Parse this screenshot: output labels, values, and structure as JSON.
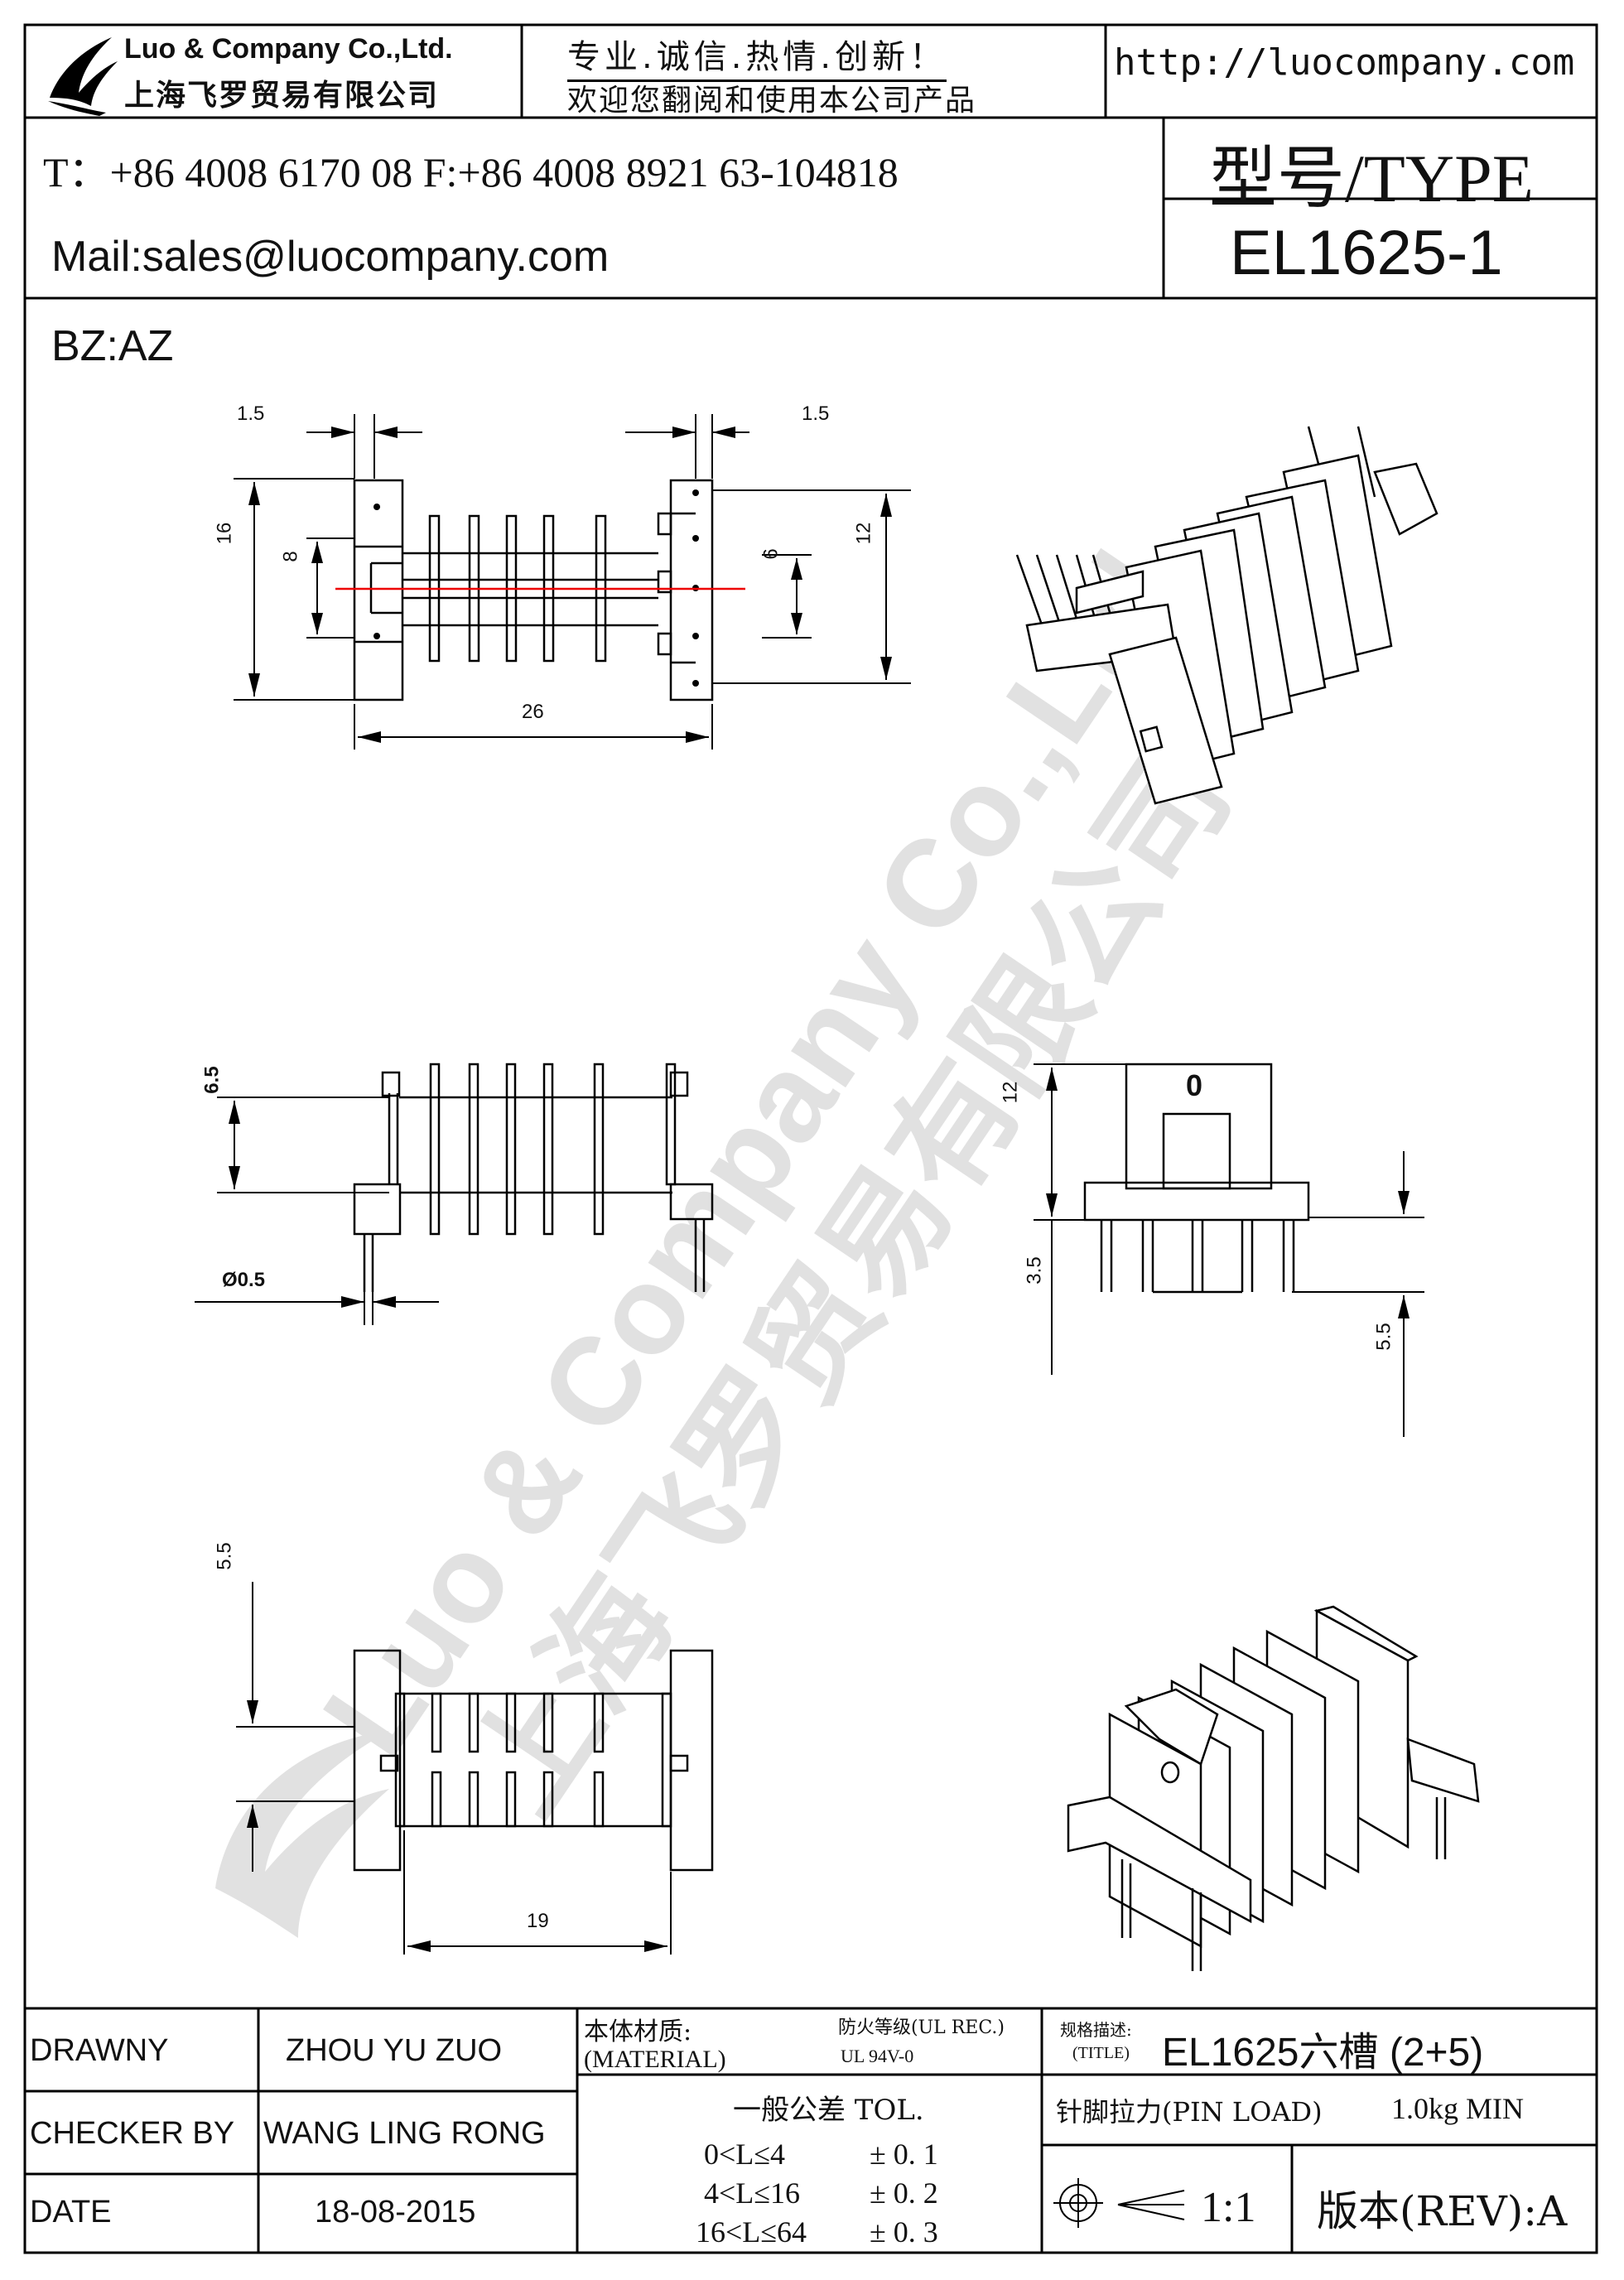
{
  "header": {
    "company_en": "Luo & Company Co.,Ltd.",
    "company_cn": "上海飞罗贸易有限公司",
    "slogan": "专业.诚信.热情.创新！",
    "welcome": "欢迎您翻阅和使用本公司产品",
    "website": "http://luocompany.com",
    "phone_fax": "T：+86 4008 6170 08 F:+86 4008 8921 63-104818",
    "mail": "Mail:sales@luocompany.com",
    "type_label": "型号/TYPE",
    "type_value": "EL1625-1"
  },
  "drawing": {
    "bz": "BZ:AZ",
    "dimensions": {
      "top_left_1_5": "1.5",
      "top_right_1_5": "1.5",
      "height_16": "16",
      "height_8": "8",
      "height_6": "6",
      "height_12": "12",
      "width_26": "26",
      "side_6_5": "6.5",
      "pin_dia": "Ø0.5",
      "end_12": "12",
      "end_3_5": "3.5",
      "end_5_5": "5.5",
      "bottom_5_5": "5.5",
      "bottom_19": "19",
      "end_mark": "0"
    },
    "watermark_en": "Luo & Company Co.,Ltd.",
    "watermark_cn": "上海飞罗贸易有限公司"
  },
  "footer": {
    "drawn_label": "DRAWNY",
    "drawn_value": "ZHOU YU ZUO",
    "checker_label": "CHECKER BY",
    "checker_value": "WANG LING RONG",
    "date_label": "DATE",
    "date_value": "18-08-2015",
    "material_cn": "本体材质:",
    "material_en": "(MATERIAL)",
    "fire_rating": "防火等级(UL REC.)",
    "fire_value": "UL 94V-0",
    "title_cn": "规格描述:",
    "title_en": "(TITLE)",
    "title_value": "EL1625六槽 (2+5)",
    "tol_title": "一般公差 TOL.",
    "tol_rows": [
      {
        "range": "0<L≤4",
        "value": "± 0. 1"
      },
      {
        "range": "4<L≤16",
        "value": "± 0. 2"
      },
      {
        "range": "16<L≤64",
        "value": "± 0. 3"
      }
    ],
    "pin_load": "针脚拉力(PIN LOAD)",
    "pin_load_value": "1.0kg MIN",
    "scale": "1:1",
    "rev": "版本(REV):A"
  }
}
